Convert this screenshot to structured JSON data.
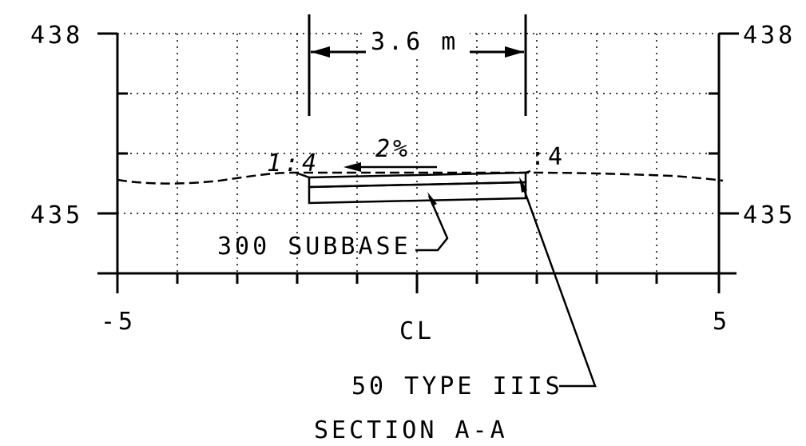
{
  "drawing": {
    "title": "SECTION A-A",
    "axis": {
      "y_left_top": "438",
      "y_left_bottom": "435",
      "y_right_top": "438",
      "y_right_bottom": "435",
      "x_left": "-5",
      "x_right": "5",
      "centerline": "CL"
    },
    "dimension": {
      "width_label": "3.6 m"
    },
    "slopes": {
      "cross_slope": "2%",
      "left_side": "1:4",
      "right_side": ":4"
    },
    "callouts": {
      "subbase": "300 SUBBASE",
      "surface": "50 TYPE IIIS"
    },
    "colors": {
      "ink": "#000000",
      "background": "#ffffff"
    }
  }
}
